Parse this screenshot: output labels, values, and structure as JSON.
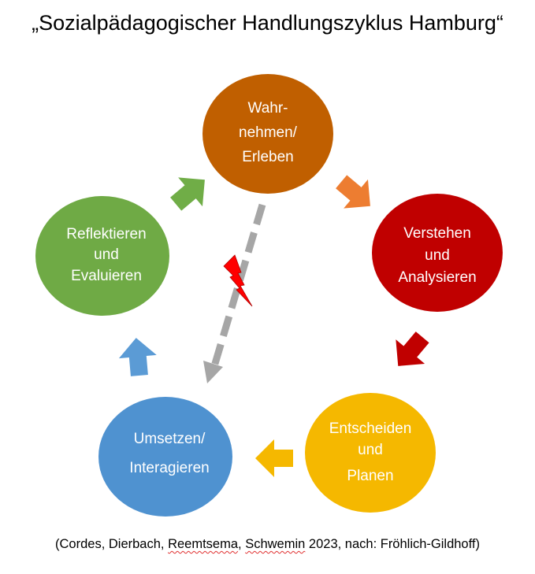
{
  "title": "„Sozialpädagogischer Handlungszyklus Hamburg“",
  "nodes": [
    {
      "lines": [
        "Wahr-",
        "nehmen/",
        "Erleben"
      ],
      "color": "#C05F00"
    },
    {
      "lines": [
        "Verstehen",
        "und",
        "Analysieren"
      ],
      "color": "#C00000"
    },
    {
      "lines": [
        "Entscheiden",
        "und",
        "Planen"
      ],
      "color": "#F5B800"
    },
    {
      "lines": [
        "Umsetzen/",
        "Interagieren"
      ],
      "color": "#4F92D0"
    },
    {
      "lines": [
        "Reflektieren",
        "und",
        "Evaluieren"
      ],
      "color": "#6FAA45"
    }
  ],
  "arrows": {
    "orange": "#ED7D31",
    "red": "#C00000",
    "yellow": "#F5B800",
    "blue": "#5B9BD5",
    "green": "#70AD47",
    "dashed": "#A6A6A6",
    "lightning": "#FF0000"
  },
  "citation": {
    "prefix": "(Cordes, Dierbach, ",
    "name1": "Reemtsema",
    "sep": ", ",
    "name2": "Schwemin",
    "suffix": " 2023, nach: Fröhlich-Gildhoff)"
  }
}
